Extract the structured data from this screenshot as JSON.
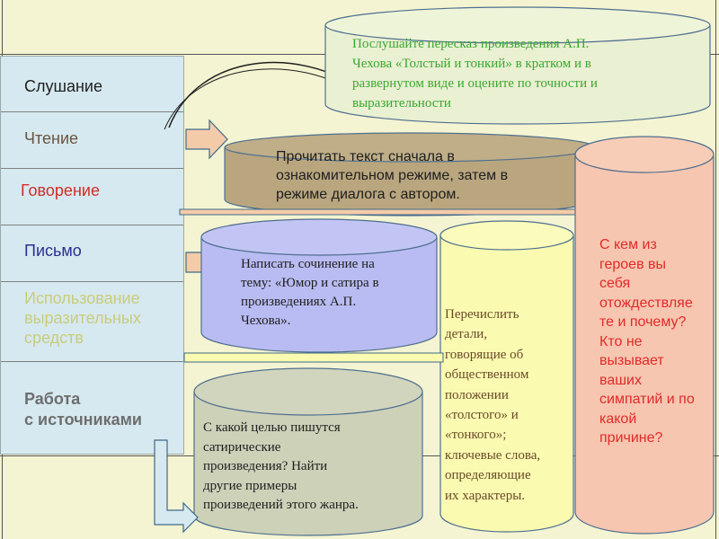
{
  "colors": {
    "background": "#f4f4d2",
    "left_panel": "#d6e9f0",
    "top_cylinder": "#eaf0d2",
    "brown_cylinder": "#b9a67f",
    "blue_cylinder": "#b9bcf2",
    "yellow_cylinder": "#fafab0",
    "pink_cylinder": "#f6c6b0",
    "gray_cylinder": "#cdd1b8",
    "arrow_fill": "#f4cba9",
    "listening": "#1f1f1f",
    "reading": "#6b5440",
    "speaking": "#d12d27",
    "writing": "#2a2f8f",
    "expressive": "#c9cc7a",
    "sources": "#6e6e6e",
    "green_text": "#3aa832",
    "red_text": "#e22a2a",
    "blue_text": "#2a3392",
    "brown_text": "#6b4a2a"
  },
  "sidebar": {
    "items": [
      {
        "label": "Слушание"
      },
      {
        "label": "Чтение"
      },
      {
        "label": "Говорение"
      },
      {
        "label": "Письмо"
      },
      {
        "label": "Использование выразительных средств",
        "lines": [
          "Использование",
          "выразительных",
          "средств"
        ]
      },
      {
        "label": "Работа с источниками",
        "lines": [
          "Работа",
          "с источниками"
        ]
      }
    ]
  },
  "tasks": {
    "listening": {
      "lines": [
        "Послушайте пересказ произведения А.П.",
        "Чехова «Толстый и тонкий» в кратком и в",
        "развернутом виде и оцените по точности и",
        "выразительности"
      ]
    },
    "reading": {
      "lines": [
        "Прочитать текст сначала в",
        "ознакомительном режиме, затем в",
        "режиме диалога с автором."
      ]
    },
    "writing": {
      "lines": [
        "Написать сочинение на",
        "тему: «Юмор и сатира в",
        "произведениях А.П.",
        "Чехова»."
      ]
    },
    "expressive": {
      "lines": [
        "Перечислить",
        "детали,",
        "говорящие об",
        "общественном",
        "положении",
        "«толстого» и",
        "«тонкого»;",
        "ключевые слова,",
        "определяющие",
        "их характеры."
      ]
    },
    "speaking": {
      "lines": [
        "С кем из",
        "героев вы",
        "себя",
        "отождествляе",
        "те и почему?",
        "Кто не",
        "вызывает",
        "ваших",
        "симпатий и по",
        "какой",
        "причине?"
      ]
    },
    "sources": {
      "lines": [
        "С какой целью пишутся",
        "сатирические",
        "произведения? Найти",
        "другие примеры",
        "произведений этого жанра."
      ]
    }
  }
}
